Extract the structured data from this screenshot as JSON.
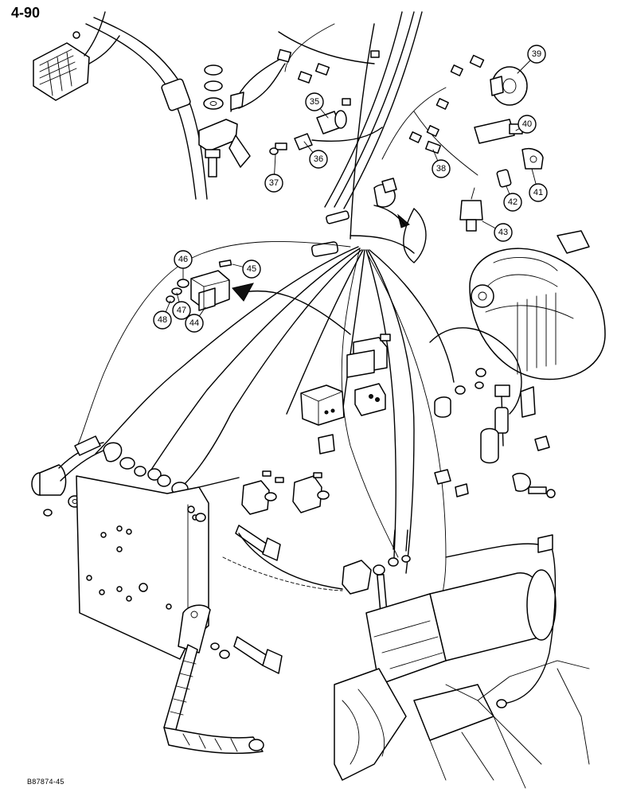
{
  "page": {
    "number": "4-90",
    "drawing_code": "B87874-45"
  },
  "callouts": [
    {
      "id": "35",
      "label": "35"
    },
    {
      "id": "36",
      "label": "36"
    },
    {
      "id": "37",
      "label": "37"
    },
    {
      "id": "38",
      "label": "38"
    },
    {
      "id": "39",
      "label": "39"
    },
    {
      "id": "40",
      "label": "40"
    },
    {
      "id": "41",
      "label": "41"
    },
    {
      "id": "42",
      "label": "42"
    },
    {
      "id": "43",
      "label": "43"
    },
    {
      "id": "44",
      "label": "44"
    },
    {
      "id": "45",
      "label": "45"
    },
    {
      "id": "46",
      "label": "46"
    },
    {
      "id": "47",
      "label": "47"
    },
    {
      "id": "48",
      "label": "48"
    }
  ]
}
